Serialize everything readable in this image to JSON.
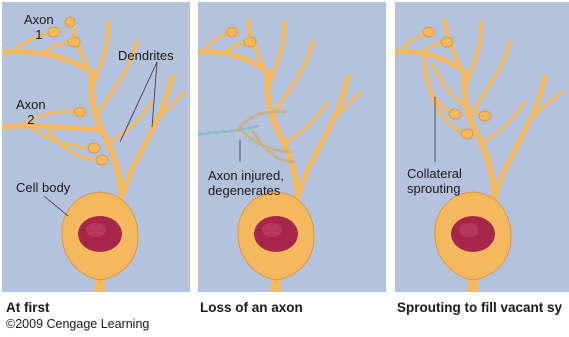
{
  "panel1": {
    "caption": "At first",
    "labels": {
      "axon1_line1": "Axon",
      "axon1_line2": "1",
      "axon2_line1": "Axon",
      "axon2_line2": "2",
      "dendrites": "Dendrites",
      "cell_body": "Cell body"
    }
  },
  "panel2": {
    "caption": "Loss of an axon",
    "labels": {
      "injured_line1": "Axon injured,",
      "injured_line2": "degenerates"
    }
  },
  "panel3": {
    "caption": "Sprouting to fill vacant sy",
    "labels": {
      "collateral_line1": "Collateral",
      "collateral_line2": "sprouting"
    }
  },
  "copyright": "©2009 Cengage Learning",
  "colors": {
    "background": "#b4c2dd",
    "neuron": "#f4b85e",
    "neuron_outline": "#d98f2e",
    "nucleus": "#a8254a",
    "degenerating_axon": "#8fbcc4"
  }
}
